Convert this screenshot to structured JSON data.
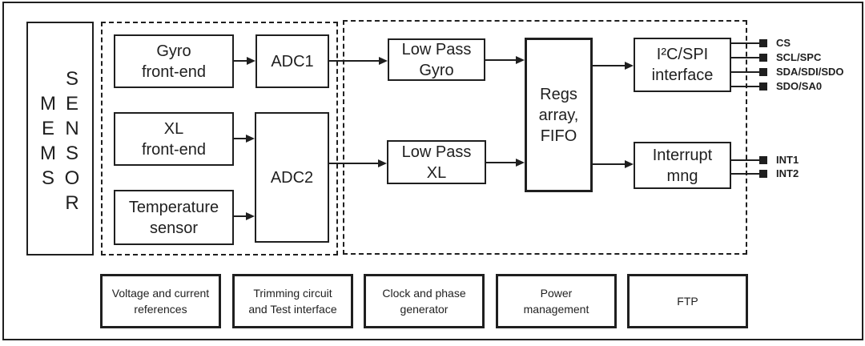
{
  "colors": {
    "ink": "#1f1f1f",
    "background": "#ffffff"
  },
  "sensor_block": {
    "mems": "MEMS",
    "sensor": "SENSOR"
  },
  "blocks": {
    "gyro_frontend": {
      "lines": [
        "Gyro",
        "front-end"
      ]
    },
    "adc1": {
      "lines": [
        "ADC1"
      ]
    },
    "xl_frontend": {
      "lines": [
        "XL",
        "front-end"
      ]
    },
    "adc2": {
      "lines": [
        "ADC2"
      ]
    },
    "temperature_sensor": {
      "lines": [
        "Temperature",
        "sensor"
      ]
    },
    "low_pass_gyro": {
      "lines": [
        "Low Pass",
        "Gyro"
      ]
    },
    "low_pass_xl": {
      "lines": [
        "Low Pass",
        "XL"
      ]
    },
    "regs_array_fifo": {
      "lines": [
        "Regs",
        "array,",
        "FIFO"
      ]
    },
    "i2c_spi_interface": {
      "lines": [
        "I²C/SPI",
        "interface"
      ]
    },
    "interrupt_mng": {
      "lines": [
        "Interrupt",
        "mng"
      ]
    }
  },
  "bottom_blocks": [
    {
      "lines": [
        "Voltage and current",
        "references"
      ]
    },
    {
      "lines": [
        "Trimming circuit",
        "and Test interface"
      ]
    },
    {
      "lines": [
        "Clock and phase",
        "generator"
      ]
    },
    {
      "lines": [
        "Power",
        "management"
      ]
    },
    {
      "lines": [
        "FTP"
      ]
    }
  ],
  "pins": {
    "serial": [
      "CS",
      "SCL/SPC",
      "SDA/SDI/SDO",
      "SDO/SA0"
    ],
    "interrupt": [
      "INT1",
      "INT2"
    ]
  }
}
